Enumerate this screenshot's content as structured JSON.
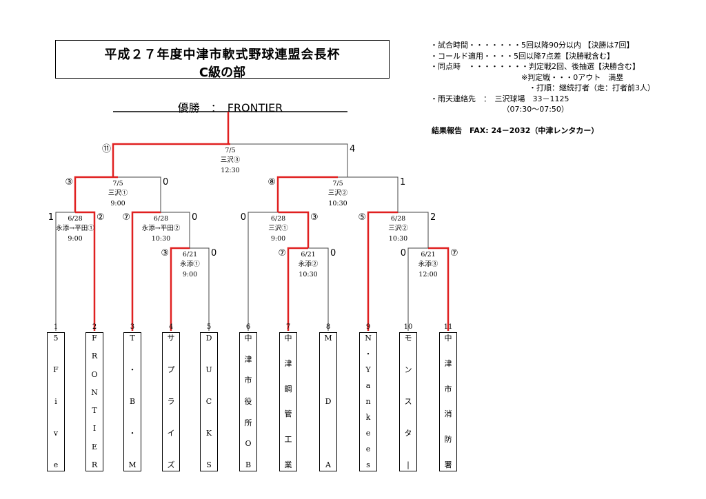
{
  "title": {
    "line1": "平成２７年度中津市軟式野球連盟会長杯",
    "line2": "C級の部"
  },
  "champion": "優勝　：　FRONTIER",
  "notes": [
    "・試合時間・・・・・・・5回以降90分以内 【決勝は7回】",
    "・コールド適用・・・・5回以降7点差【決勝戦含む】",
    "・同点時　・・・・・・・・判定戦2回、後抽選【決勝含む】",
    "　　　　　　　　　　　　※判定戦・・・0アウト　満塁",
    "　　　　　　　　　　　　　・打順：継続打者（走：打者前3人）",
    "・雨天連絡先　：　三沢球場　33－1125",
    "　　　　　　　　　　（07:30～07:50）"
  ],
  "report": "結果報告　FAX: 24－2032（中津レンタカー）",
  "teams": [
    {
      "num": "1",
      "name": [
        "5",
        "F",
        "i",
        "v",
        "e"
      ]
    },
    {
      "num": "2",
      "name": [
        "F",
        "R",
        "O",
        "N",
        "T",
        "I",
        "E",
        "R"
      ]
    },
    {
      "num": "3",
      "name": [
        "T",
        "・",
        "B",
        "・",
        "M"
      ]
    },
    {
      "num": "4",
      "name": [
        "サ",
        "プ",
        "ラ",
        "イ",
        "ズ"
      ]
    },
    {
      "num": "5",
      "name": [
        "D",
        "U",
        "C",
        "K",
        "S"
      ]
    },
    {
      "num": "6",
      "name": [
        "中",
        "津",
        "市",
        "役",
        "所",
        "O",
        "B"
      ]
    },
    {
      "num": "7",
      "name": [
        "中",
        "津",
        "鋼",
        "管",
        "工",
        "業"
      ]
    },
    {
      "num": "8",
      "name": [
        "M",
        "D",
        "A"
      ]
    },
    {
      "num": "9",
      "name": [
        "N",
        "・",
        "Y",
        "a",
        "n",
        "k",
        "e",
        "e",
        "s"
      ]
    },
    {
      "num": "10",
      "name": [
        "モ",
        "ン",
        "ス",
        "タ",
        "|"
      ]
    },
    {
      "num": "11",
      "name": [
        "中",
        "津",
        "市",
        "消",
        "防",
        "署"
      ]
    }
  ],
  "matches": [
    {
      "id": "r1-4v5",
      "date": "6/21",
      "venue": "永添①",
      "time": "9:00",
      "left_score": "③",
      "right_score": "0"
    },
    {
      "id": "r1-7v8",
      "date": "6/21",
      "venue": "永添②",
      "time": "10:30",
      "left_score": "⑦",
      "right_score": "0"
    },
    {
      "id": "r1-10v11",
      "date": "6/21",
      "venue": "永添③",
      "time": "12:00",
      "left_score": "0",
      "right_score": "⑦"
    },
    {
      "id": "r2-1v2",
      "date": "6/28",
      "venue": "永添→平田①",
      "time": "9:00",
      "left_score": "1",
      "right_score": "②"
    },
    {
      "id": "r2-3v4",
      "date": "6/28",
      "venue": "永添→平田②",
      "time": "10:30",
      "left_score": "⑦",
      "right_score": "0"
    },
    {
      "id": "r2-6v7",
      "date": "6/28",
      "venue": "三沢①",
      "time": "9:00",
      "left_score": "0",
      "right_score": "③"
    },
    {
      "id": "r2-9v11",
      "date": "6/28",
      "venue": "三沢②",
      "time": "10:30",
      "left_score": "⑤",
      "right_score": "2"
    },
    {
      "id": "qf-left",
      "date": "7/5",
      "venue": "三沢①",
      "time": "9:00",
      "left_score": "③",
      "right_score": "0"
    },
    {
      "id": "qf-right",
      "date": "7/5",
      "venue": "三沢②",
      "time": "10:30",
      "left_score": "⑧",
      "right_score": "1"
    },
    {
      "id": "final",
      "date": "7/5",
      "venue": "三沢③",
      "time": "12:30",
      "left_score": "⑪",
      "right_score": "4"
    }
  ],
  "colors": {
    "winner_line": "#e02020",
    "loser_line": "#444444"
  }
}
